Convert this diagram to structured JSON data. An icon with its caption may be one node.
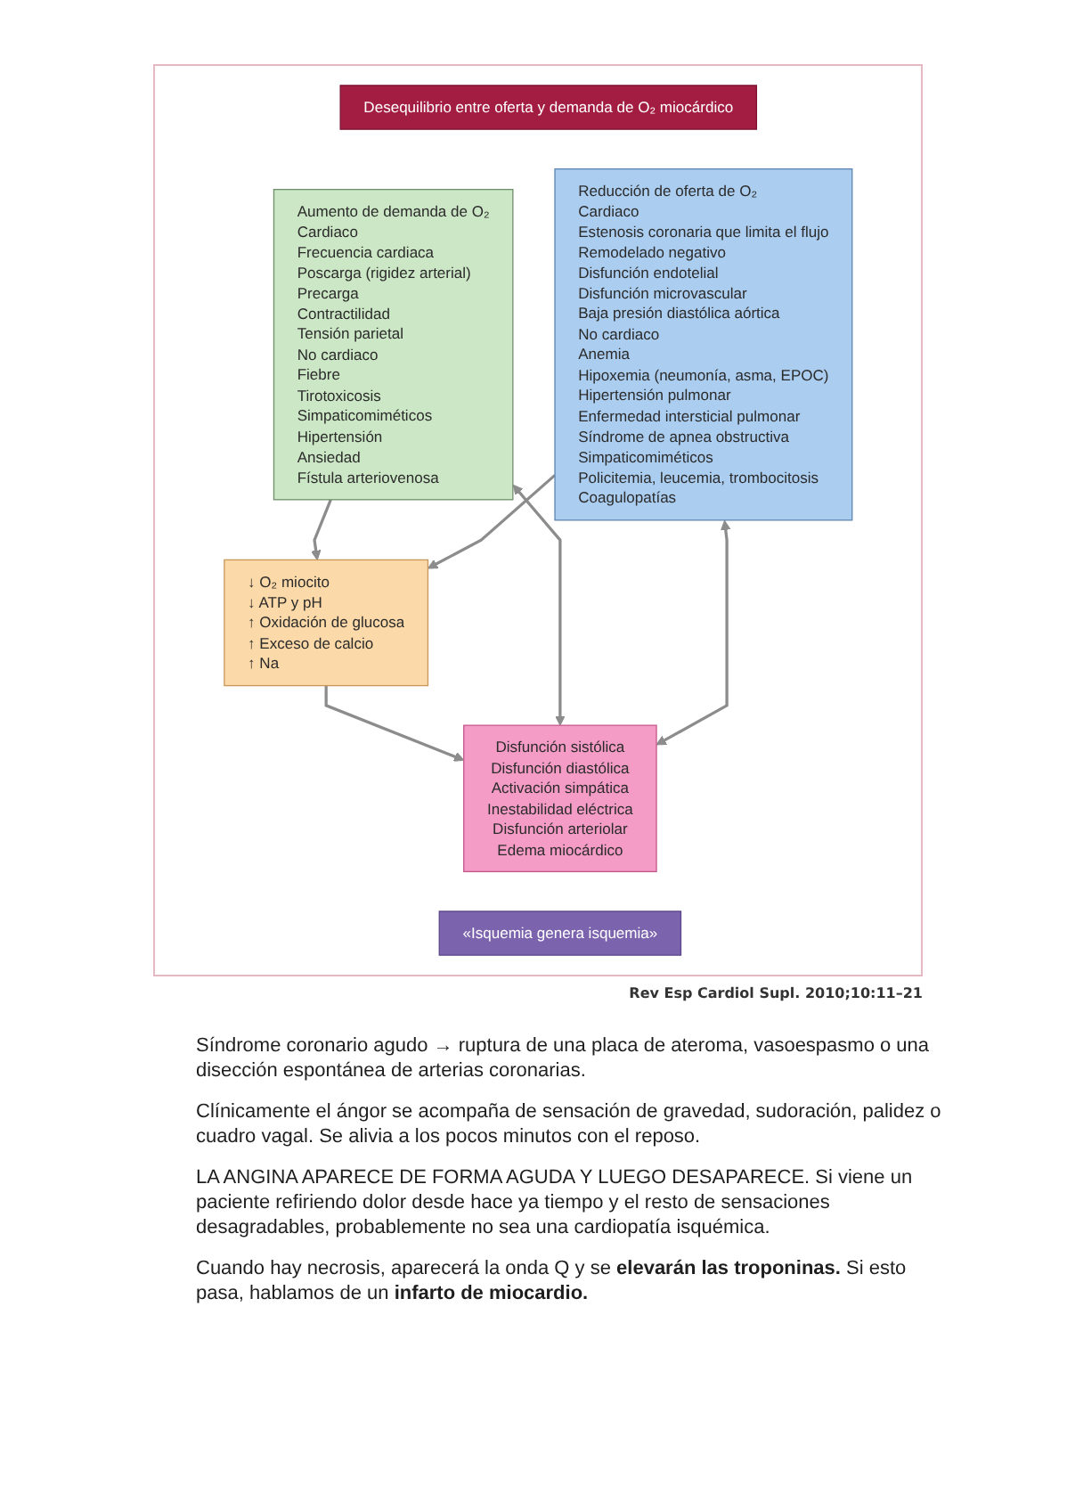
{
  "diagram": {
    "caption": "Rev Esp Cardiol Supl. 2010;10:11–21",
    "nodes": [
      {
        "text": [
          "Desequilibrio entre oferta y demanda de O₂ miocárdico"
        ]
      },
      {
        "text": [
          "Aumento de demanda de O₂",
          "Cardiaco",
          "Frecuencia cardiaca",
          "Poscarga (rigidez arterial)",
          "Precarga",
          "Contractilidad",
          "Tensión parietal",
          "No cardiaco",
          "Fiebre",
          "Tirotoxicosis",
          "Simpaticomiméticos",
          "Hipertensión",
          "Ansiedad",
          "Fístula arteriovenosa"
        ]
      },
      {
        "text": [
          "↓ O₂ miocito",
          "↓ ATP y pH",
          "↑ Oxidación de glucosa",
          "↑ Exceso de calcio",
          "↑ Na"
        ]
      },
      {
        "text": [
          "Reducción de oferta de O₂",
          "Cardiaco",
          "Estenosis coronaria que limita el flujo",
          "Remodelado negativo",
          "Disfunción endotelial",
          "Disfunción microvascular",
          "Baja presión diastólica aórtica",
          "No cardiaco",
          "Anemia",
          "Hipoxemia (neumonía, asma, EPOC)",
          "Hipertensión pulmonar",
          "Enfermedad intersticial pulmonar",
          "Síndrome de apnea obstructiva",
          "Simpaticomiméticos",
          "Policitemia, leucemia, trombocitosis",
          "Coagulopatías"
        ]
      },
      {
        "text": [
          "Disfunción sistólica",
          "Disfunción diastólica",
          "Activación simpática",
          "Inestabilidad eléctrica",
          "Disfunción arteriolar",
          "Edema miocárdico"
        ]
      },
      {
        "text": [
          "«Isquemia genera isquemia»"
        ]
      }
    ],
    "edges": [
      {
        "from": 1,
        "to": 2,
        "arrow": "to"
      },
      {
        "from": 3,
        "to": 2,
        "arrow": "to"
      },
      {
        "from": 2,
        "to": 4,
        "arrow": "to"
      },
      {
        "from": 1,
        "to": 4,
        "arrow": "both"
      },
      {
        "from": 3,
        "to": 4,
        "arrow": "both"
      }
    ],
    "labels": [
      "Síndrome coronario agudo → ruptura de una placa de ateroma, vasoespasmo o una disección espontánea de arterias coronarias.",
      "Clínicamente el ángor se acompaña de sensación de gravedad, sudoración, palidez o cuadro vagal. Se alivia a los pocos minutos con el reposo.",
      "LA ANGINA APARECE DE FORMA AGUDA Y LUEGO DESAPARECE. Si viene un paciente refiriendo dolor desde hace ya tiempo y el resto de sensaciones desagradables, probablemente no sea una cardiopatía isquémica.",
      "Cuando hay necrosis, aparecerá la onda Q y se **elevarán las troponinas.** Si esto pasa, hablamos de un **infarto de miocardio.**"
    ]
  }
}
